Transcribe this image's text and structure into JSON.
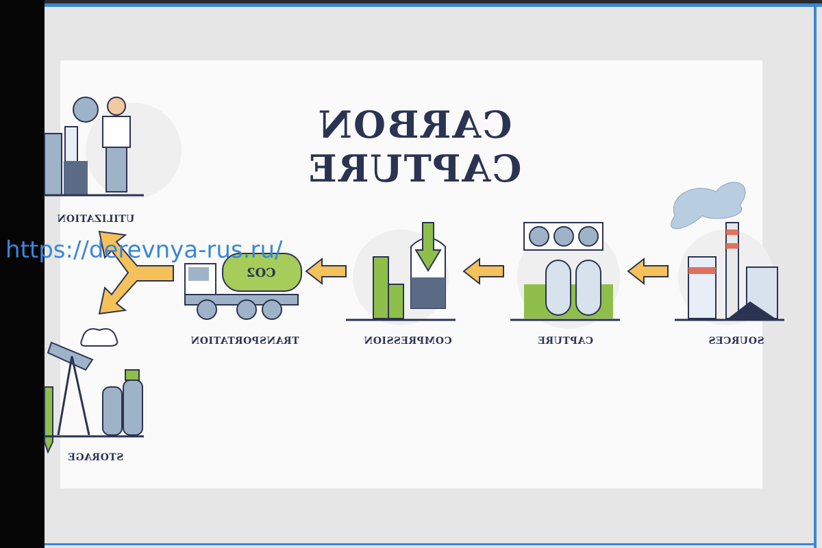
{
  "title": "CARBON CAPTURE",
  "stages": [
    {
      "label": "SOURCES"
    },
    {
      "label": "CAPTURE"
    },
    {
      "label": "COMPRESSION"
    },
    {
      "label": "TRANSPORTATION"
    },
    {
      "label": "UTILIZATION"
    },
    {
      "label": "STORAGE"
    }
  ],
  "truck_tank_label": "CO2",
  "watermark": "https://derevnya-rus.ru/",
  "colors": {
    "navy": "#2b3352",
    "arrow": "#f5c15a",
    "green": "#8fbf4a",
    "steel": "#9fb3c8",
    "accent": "#3a86d8"
  }
}
